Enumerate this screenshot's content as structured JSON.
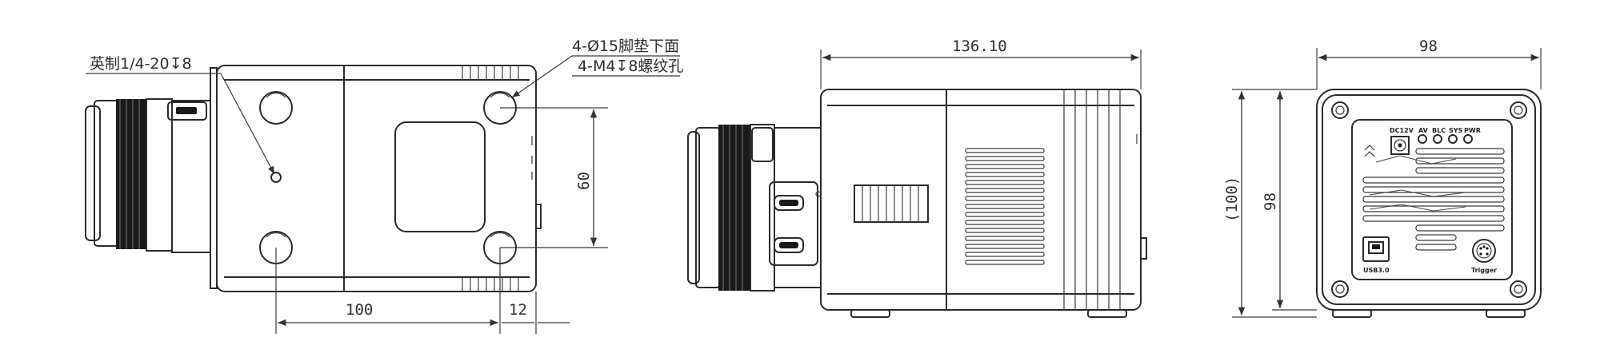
{
  "view_bottom": {
    "annotation_thread": "英制1/4-20↧8",
    "annotation_feet_1": "4-Ø15脚垫下面",
    "annotation_feet_2": "4-M4↧8螺纹孔",
    "dim_length": "100",
    "dim_offset": "12",
    "dim_height": "60"
  },
  "view_side": {
    "dim_length": "136.10"
  },
  "view_rear": {
    "dim_width": "98",
    "dim_height": "98",
    "dim_height_ref": "(100)",
    "port_labels": [
      "DC12V",
      "AV",
      "BLC",
      "SYS",
      "PWR"
    ],
    "usb_label": "USB3.0",
    "trigger_label": "Trigger"
  }
}
